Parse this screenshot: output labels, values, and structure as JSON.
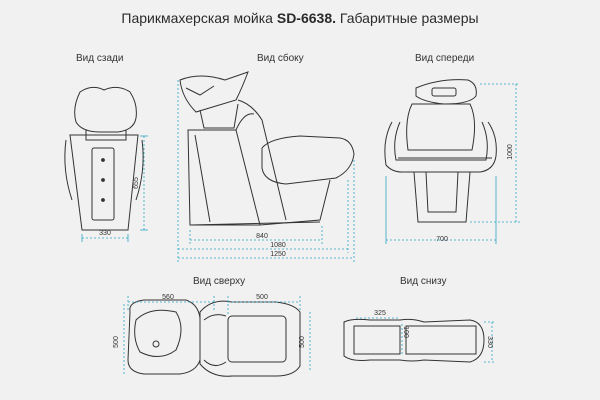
{
  "title": {
    "prefix": "Парикмахерская мойка ",
    "model": "SD-6638.",
    "suffix": " Габаритные размеры"
  },
  "views": {
    "back": "Вид сзади",
    "side": "Вид сбоку",
    "front": "Вид спереди",
    "top": "Вид сверху",
    "bottom": "Вид снизу"
  },
  "dims": {
    "back_height": "655",
    "back_width": "330",
    "side_840": "840",
    "side_1080": "1080",
    "side_1250": "1250",
    "front_height": "1000",
    "front_width": "700",
    "top_560": "560",
    "top_500_w": "500",
    "top_500_left": "500",
    "top_500_right": "500",
    "bottom_325": "325",
    "bottom_100": "100",
    "bottom_330": "330"
  },
  "colors": {
    "dimension": "#2aa6c4",
    "outline": "#333333",
    "background": "#f1f1f1"
  }
}
